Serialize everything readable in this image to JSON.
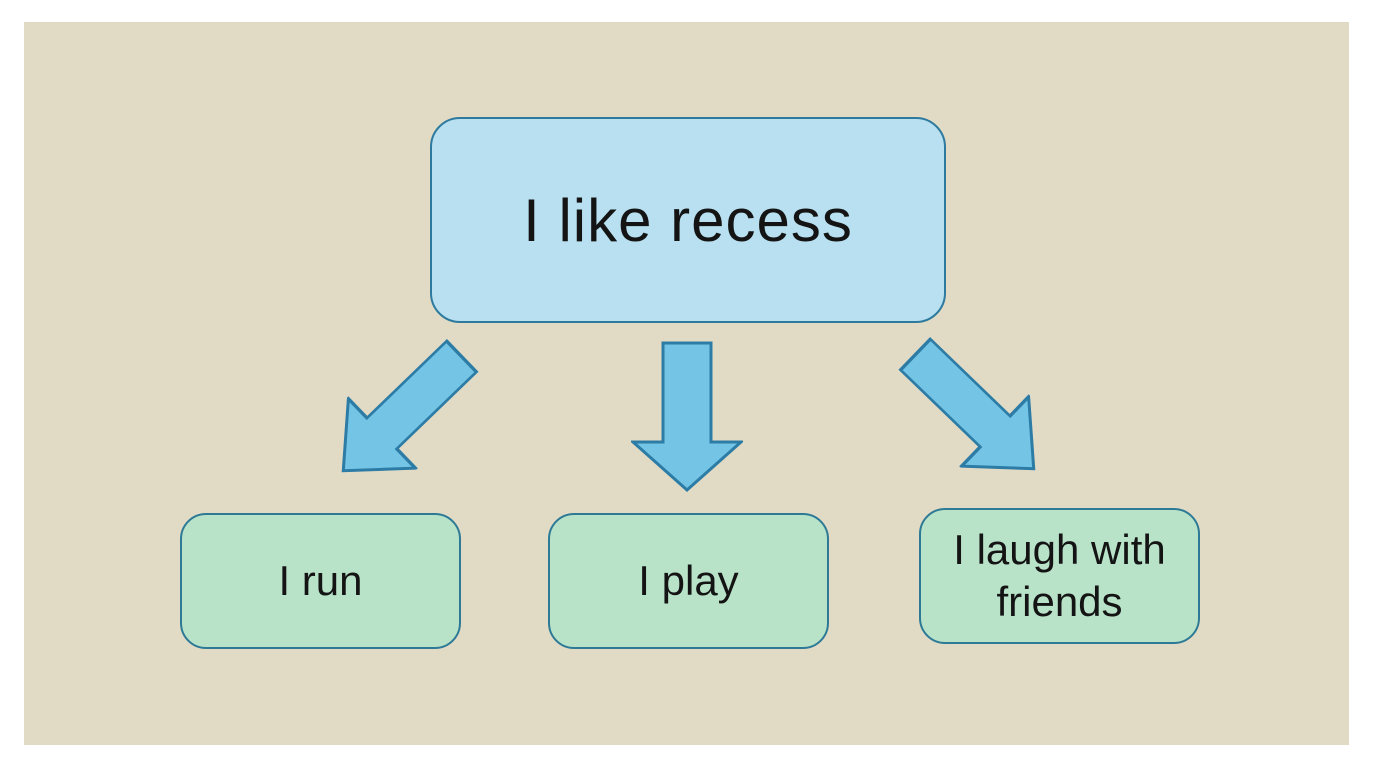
{
  "diagram": {
    "type": "tree",
    "root": {
      "label": "I like recess"
    },
    "children": [
      {
        "label": "I run"
      },
      {
        "label": "I play"
      },
      {
        "label": "I laugh with friends"
      }
    ],
    "arrows": [
      {
        "direction": "down-left"
      },
      {
        "direction": "down"
      },
      {
        "direction": "down-right"
      }
    ]
  },
  "colors": {
    "page-bg": "#ffffff",
    "canvas-bg": "#e1dbc6",
    "root-fill": "#b8e0f0",
    "root-border": "#2e7a9e",
    "child-fill": "#b9e3c9",
    "child-border": "#2e7a96",
    "arrow-fill": "#74c4e6",
    "arrow-border": "#2d7ca6",
    "text": "#141414"
  }
}
